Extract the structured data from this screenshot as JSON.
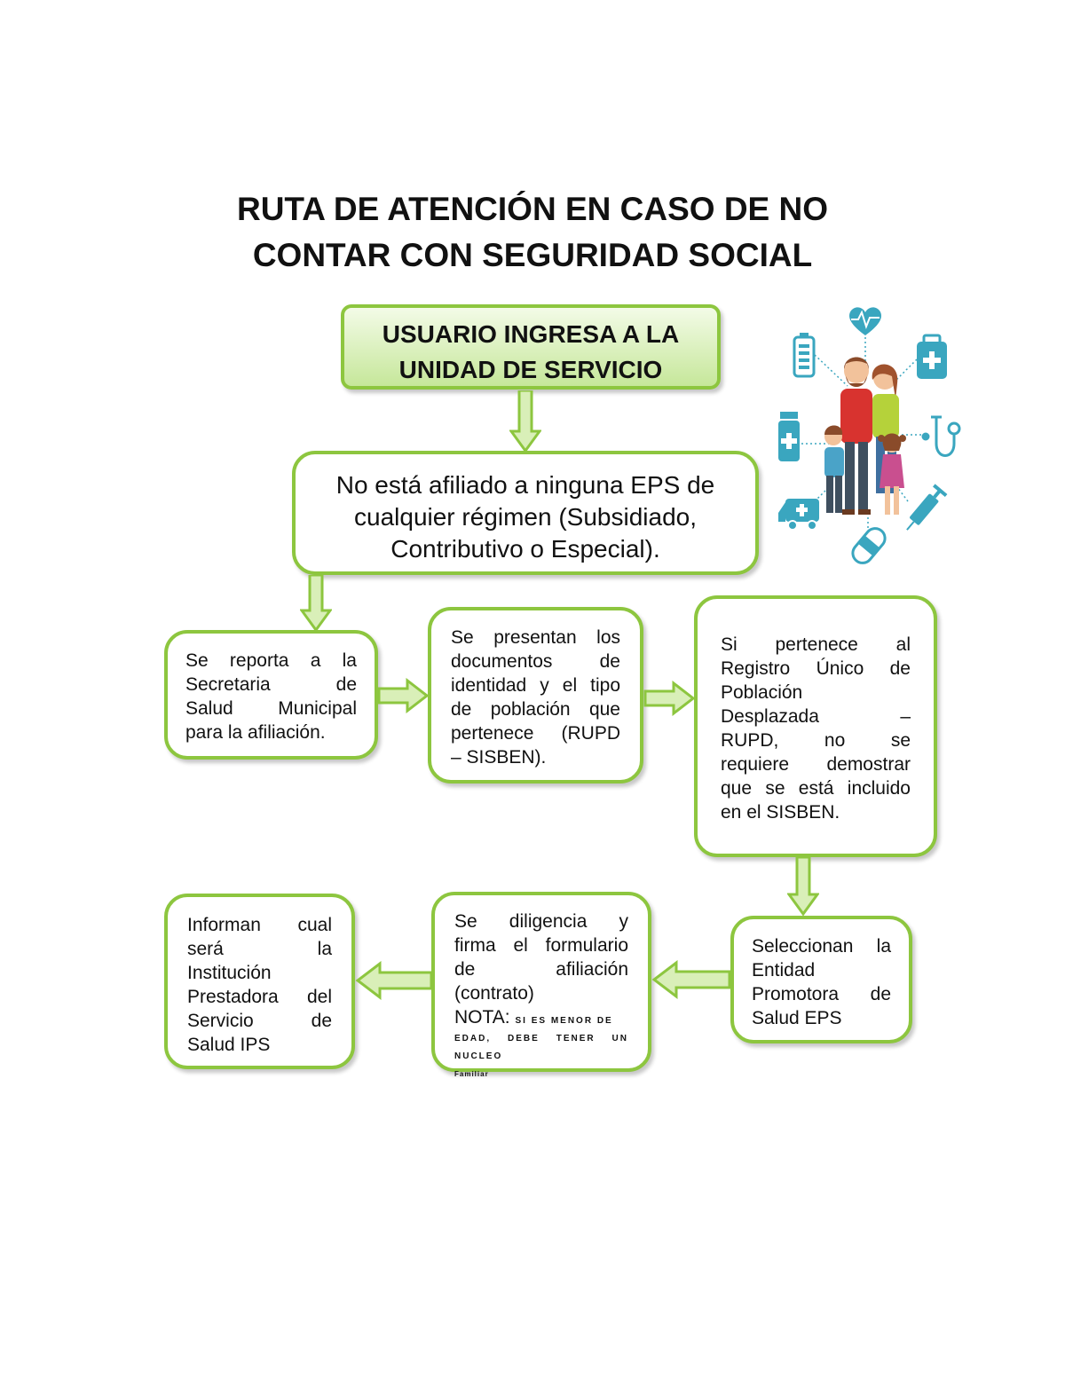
{
  "title": {
    "line1": "RUTA DE ATENCIÓN EN CASO DE NO",
    "line2": "CONTAR CON SEGURIDAD SOCIAL"
  },
  "nodes": {
    "start": {
      "line1": "USUARIO INGRESA A LA",
      "line2": "UNIDAD DE SERVICIO"
    },
    "not_affiliated": {
      "line1": "No está afiliado a ninguna EPS de",
      "line2": "cualquier régimen (Subsidiado,",
      "line3": "Contributivo o Especial)."
    },
    "report": {
      "lines": [
        "Se reporta a la",
        "Secretaria de",
        "Salud Municipal",
        "para la afiliación."
      ]
    },
    "documents": {
      "lines": [
        "Se presentan los",
        "documentos de",
        "identidad y el tipo",
        "de población que",
        "pertenece (RUPD",
        "– SISBEN)."
      ]
    },
    "rupd": {
      "lines": [
        "Si pertenece al",
        "Registro Único de",
        "Población",
        "Desplazada –",
        "RUPD, no se",
        "requiere demostrar",
        "que se está incluido",
        "en el SISBEN."
      ]
    },
    "select_eps": {
      "lines": [
        "Seleccionan la",
        "Entidad",
        "Promotora de",
        "Salud EPS"
      ]
    },
    "form": {
      "lines": [
        "Se diligencia y",
        "firma el formulario",
        "de afiliación",
        "(contrato)"
      ],
      "nota_label": "NOTA:",
      "nota_line1": "SI ES MENOR DE",
      "nota_line2": "EDAD, DEBE TENER UN NUCLEO",
      "nota_line3": "Familiar"
    },
    "ips": {
      "lines": [
        "Informan cual",
        "será la",
        "Institución",
        "Prestadora del",
        "Servicio de",
        "Salud IPS"
      ]
    }
  },
  "colors": {
    "border": "#8dc63f",
    "arrow_fill": "#d9efb8",
    "arrow_stroke": "#8dc63f",
    "icon_teal": "#3aa6bf"
  },
  "illustration": {
    "icons": [
      "heart-pulse-icon",
      "battery-icon",
      "first-aid-kit-icon",
      "medicine-bottle-icon",
      "stethoscope-icon",
      "ambulance-icon",
      "bandage-icon",
      "syringe-icon",
      "family-icon"
    ]
  }
}
